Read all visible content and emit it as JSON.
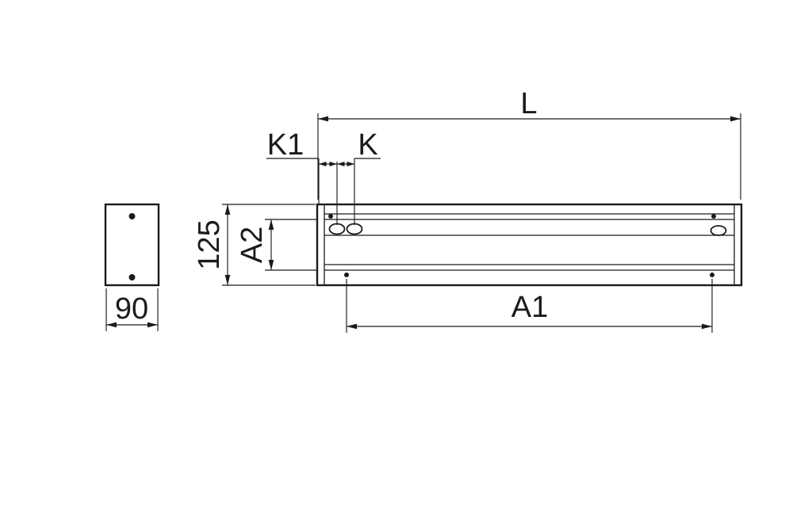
{
  "drawing": {
    "labels": {
      "L": "L",
      "K1": "K1",
      "K": "K",
      "h125": "125",
      "A2": "A2",
      "A1": "A1",
      "w90": "90"
    },
    "colors": {
      "line": "#1b1b1b",
      "background": "#ffffff"
    }
  }
}
